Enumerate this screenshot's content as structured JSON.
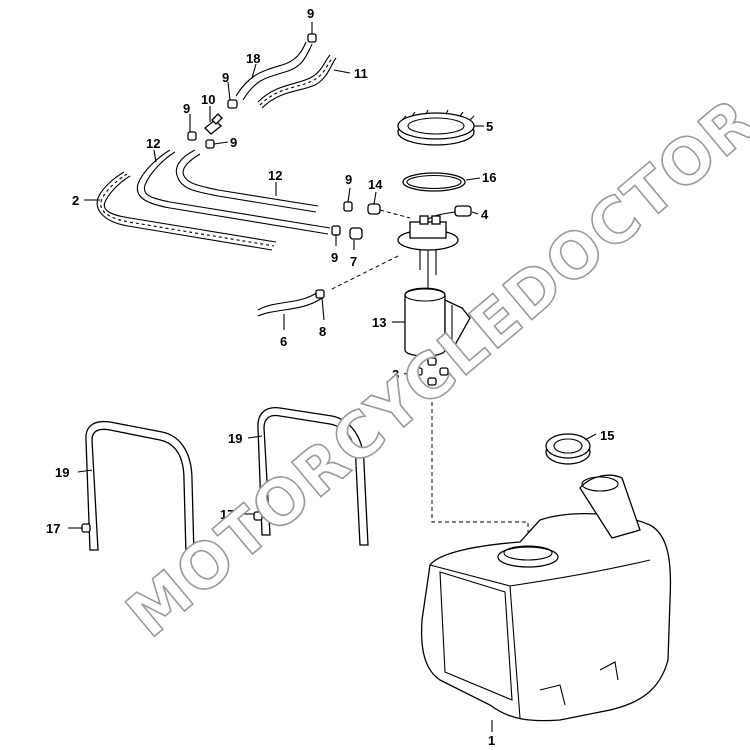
{
  "watermark": "MOTORCYCLEDOCTOR",
  "callouts": [
    "9",
    "18",
    "11",
    "9",
    "10",
    "9",
    "9",
    "5",
    "12",
    "2",
    "12",
    "9",
    "14",
    "16",
    "4",
    "9",
    "7",
    "8",
    "6",
    "13",
    "3",
    "15",
    "19",
    "19",
    "17",
    "17",
    "1"
  ]
}
